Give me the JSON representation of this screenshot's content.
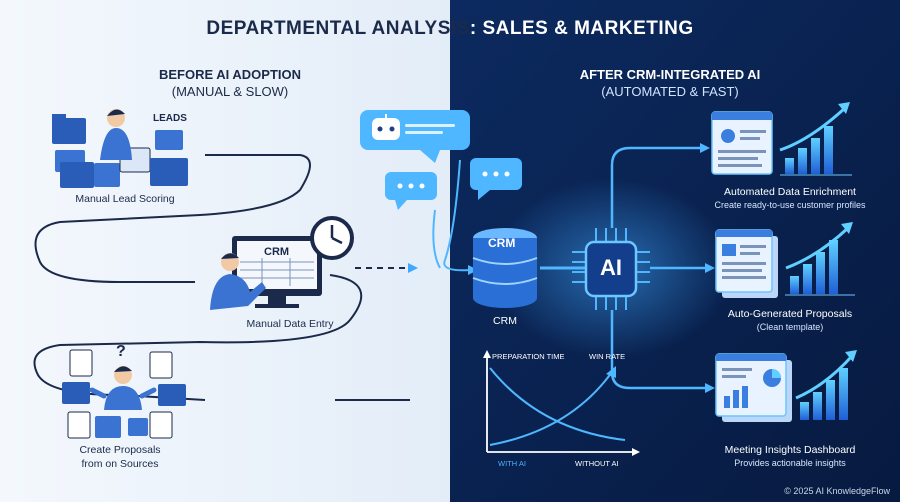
{
  "title_left": "DEPARTMENTAL ANALYSIS",
  "title_right": ": SALES & MARKETING",
  "before": {
    "heading": "BEFORE AI ADOPTION",
    "subheading": "(MANUAL & SLOW)",
    "leads_label": "LEADS",
    "crm_screen_label": "CRM",
    "step1": "Manual Lead Scoring",
    "step2": "Manual Data Entry",
    "step3_line1": "Create Proposals",
    "step3_line2": "from on Sources",
    "question_mark": "?"
  },
  "after": {
    "heading": "AFTER CRM-INTEGRATED AI",
    "subheading": "(AUTOMATED & FAST)",
    "db_label": "CRM",
    "crm_label": "CRM",
    "ai_label": "AI",
    "out1_title": "Automated Data Enrichment",
    "out1_sub": "Create ready-to-use customer profiles",
    "out2_title": "Auto-Generated Proposals",
    "out2_sub": "(Clean template)",
    "out3_title": "Meeting Insights Dashboard",
    "out3_sub": "Provides actionable insights"
  },
  "chart": {
    "series1_label": "PREPARATION TIME",
    "series2_label": "WIN RATE",
    "x_left_label": "WITH AI",
    "x_right_label": "WITHOUT AI"
  },
  "copyright": "© 2025 AI KnowledgeFlow",
  "colors": {
    "left_bg": "#eef4fb",
    "right_bg": "#0a1f4a",
    "accent": "#3fa8ff",
    "dark_text": "#1b2a4a"
  },
  "icons": [
    "robot-icon",
    "chat-bubble-icon",
    "database-icon",
    "ai-chip-icon",
    "clock-icon",
    "folder-icon",
    "document-icon",
    "bar-chart-icon",
    "profile-card-icon",
    "person-icon"
  ]
}
